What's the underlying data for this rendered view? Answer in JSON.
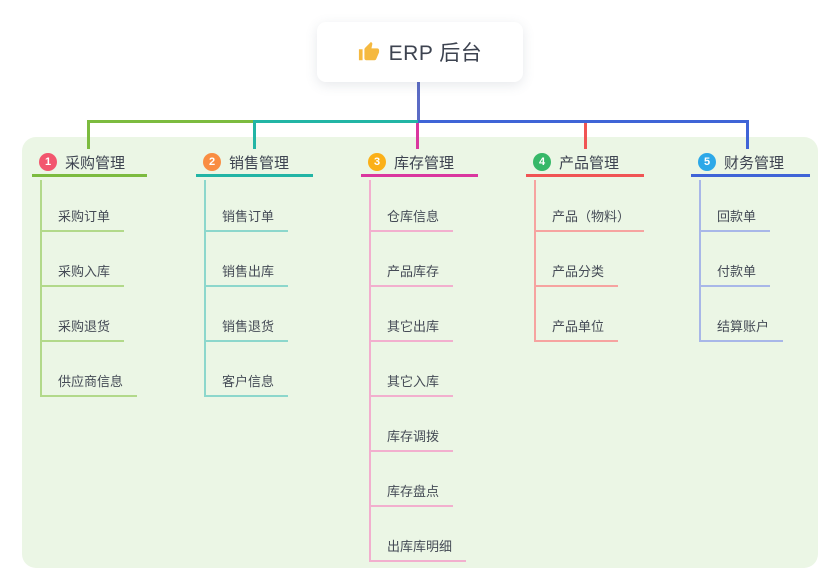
{
  "root": {
    "icon": "thumbs-up-icon",
    "label": "ERP 后台"
  },
  "colors": {
    "root_line": "#5b6bc5",
    "panel_bg": "#ebf6e5",
    "card_bg": "#ffffff",
    "text": "#3d4350",
    "icon": "#f5b940"
  },
  "branches": [
    {
      "num": "1",
      "label": "采购管理",
      "badge_color": "#f2566e",
      "line_color": "#7cbb3f",
      "child_line_color": "#b2d98a",
      "children": [
        "采购订单",
        "采购入库",
        "采购退货",
        "供应商信息"
      ]
    },
    {
      "num": "2",
      "label": "销售管理",
      "badge_color": "#f98d42",
      "line_color": "#22b5a5",
      "child_line_color": "#8cd7cc",
      "children": [
        "销售订单",
        "销售出库",
        "销售退货",
        "客户信息"
      ]
    },
    {
      "num": "3",
      "label": "库存管理",
      "badge_color": "#fbb018",
      "line_color": "#da379f",
      "child_line_color": "#f2afce",
      "children": [
        "仓库信息",
        "产品库存",
        "其它出库",
        "其它入库",
        "库存调拨",
        "库存盘点",
        "出库库明细"
      ]
    },
    {
      "num": "4",
      "label": "产品管理",
      "badge_color": "#36b868",
      "line_color": "#f05454",
      "child_line_color": "#f6a3a0",
      "children": [
        "产品（物料）",
        "产品分类",
        "产品单位"
      ]
    },
    {
      "num": "5",
      "label": "财务管理",
      "badge_color": "#2ca8e8",
      "line_color": "#3f64d7",
      "child_line_color": "#a8b7e8",
      "children": [
        "回款单",
        "付款单",
        "结算账户"
      ]
    }
  ]
}
